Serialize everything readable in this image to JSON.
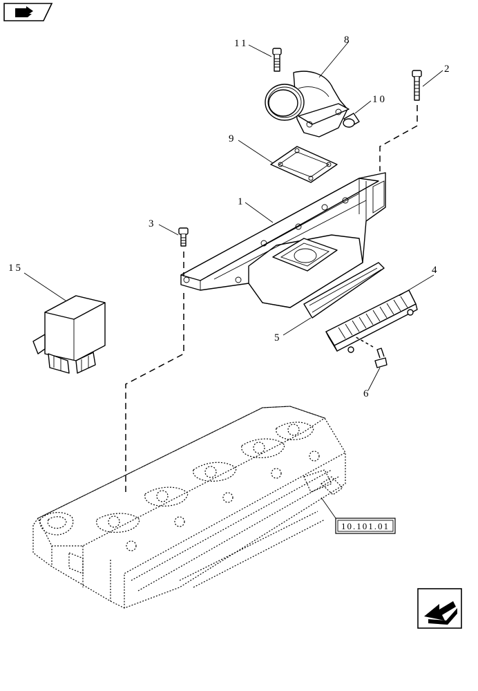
{
  "callouts": {
    "c1": "1",
    "c2": "2",
    "c3": "3",
    "c4": "4",
    "c5": "5",
    "c6": "6",
    "c8": "8",
    "c9": "9",
    "c10": "10",
    "c11": "11",
    "c15": "15"
  },
  "reference": {
    "label": "10.101.01"
  },
  "icons": {
    "top_left": "book-arrow-icon",
    "bottom_right": "previous-page-arrow-icon"
  }
}
